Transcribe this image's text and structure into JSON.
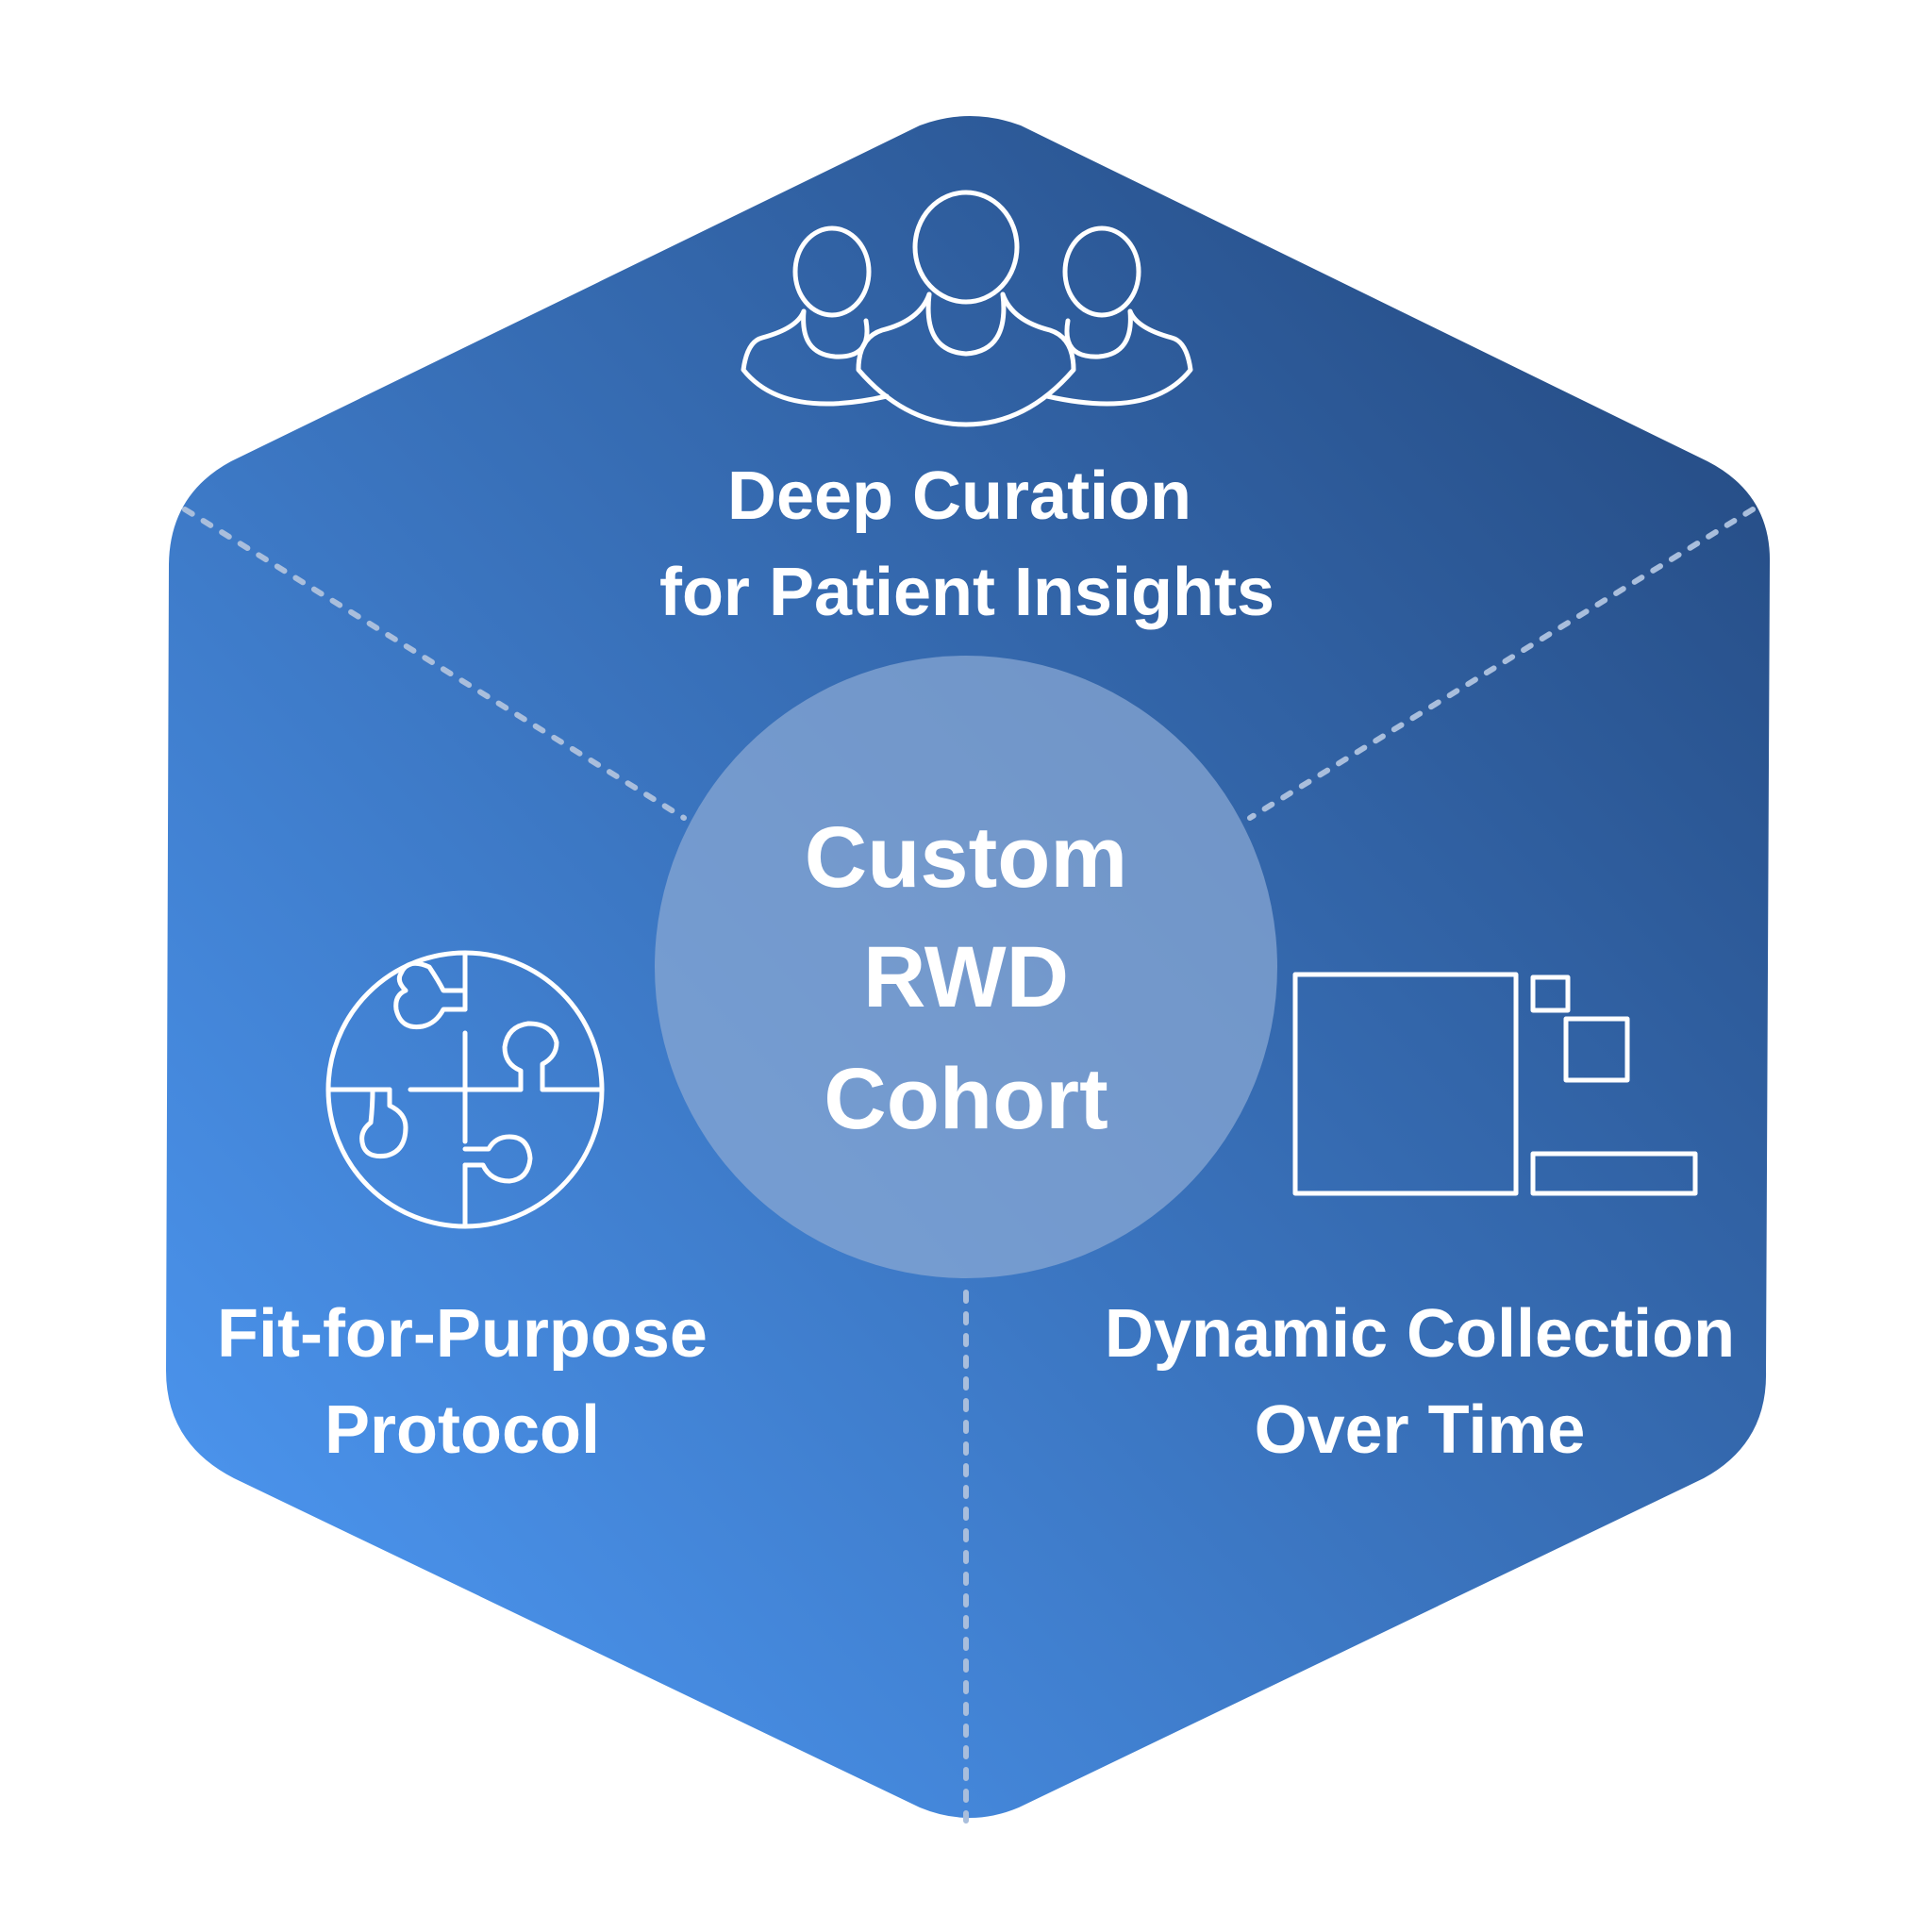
{
  "colors": {
    "hexagon_gradient_start": "#4f9cf9",
    "hexagon_gradient_end": "#22457a",
    "center_circle": "#8aa9d4",
    "divider": "#a9bedc",
    "text": "#ffffff"
  },
  "center": {
    "lines": [
      "Custom",
      "RWD",
      "Cohort"
    ]
  },
  "sections": {
    "top": {
      "icon": "people-group-icon",
      "lines": [
        "Deep Curation",
        "for Patient Insights"
      ]
    },
    "left": {
      "icon": "puzzle-circle-icon",
      "lines": [
        "Fit-for-Purpose",
        "Protocol"
      ]
    },
    "right": {
      "icon": "growing-squares-icon",
      "lines": [
        "Dynamic Collection",
        "Over Time"
      ]
    }
  }
}
